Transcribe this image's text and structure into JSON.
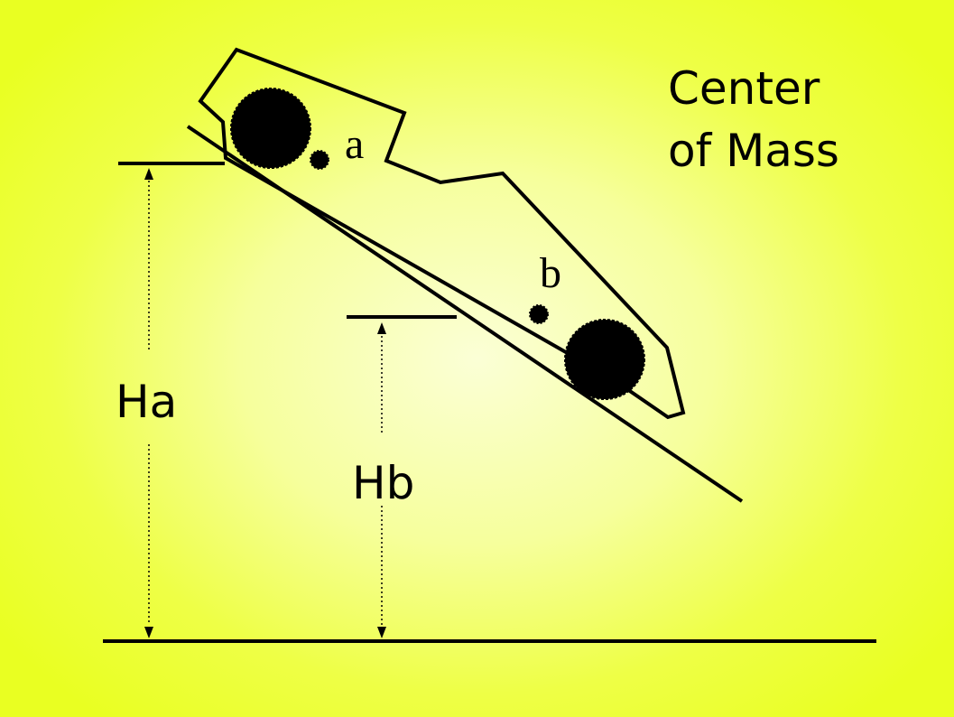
{
  "labels": {
    "title_line1": "Center",
    "title_line2": "of Mass",
    "point_a": "a",
    "point_b": "b",
    "height_a": "Ha",
    "height_b": "Hb"
  },
  "colors": {
    "background_center": "#fbffd6",
    "background_edge": "#e9ff22",
    "ink": "#000000"
  }
}
